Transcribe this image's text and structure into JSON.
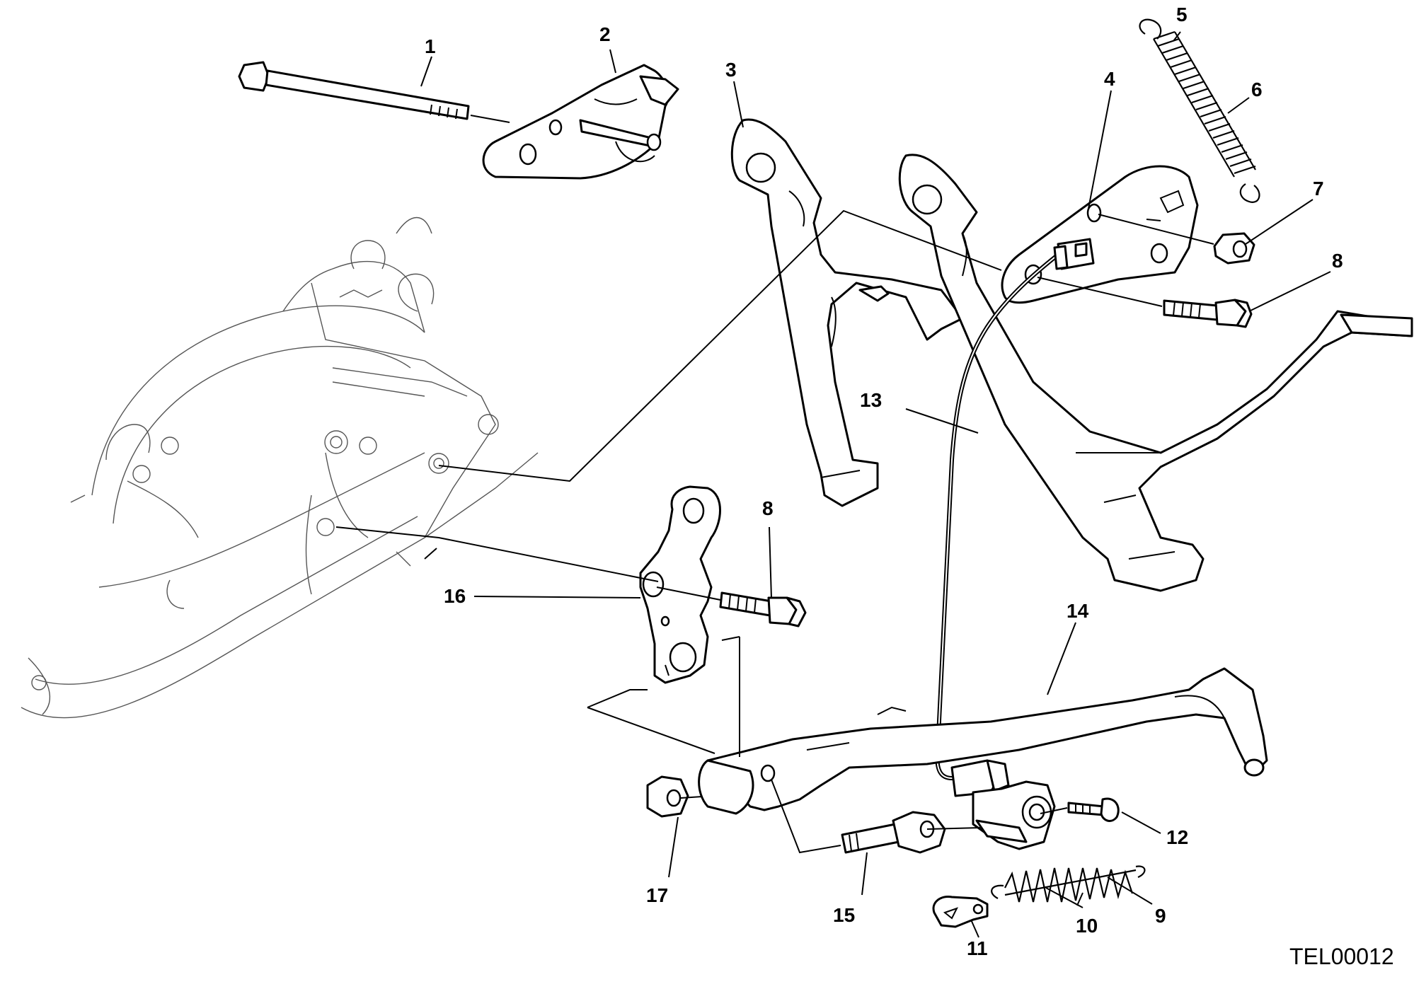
{
  "drawing_code": "TEL00012",
  "callouts": [
    "1",
    "2",
    "3",
    "4",
    "5",
    "6",
    "7",
    "8",
    "8",
    "9",
    "10",
    "11",
    "12",
    "13",
    "14",
    "15",
    "16",
    "17"
  ]
}
